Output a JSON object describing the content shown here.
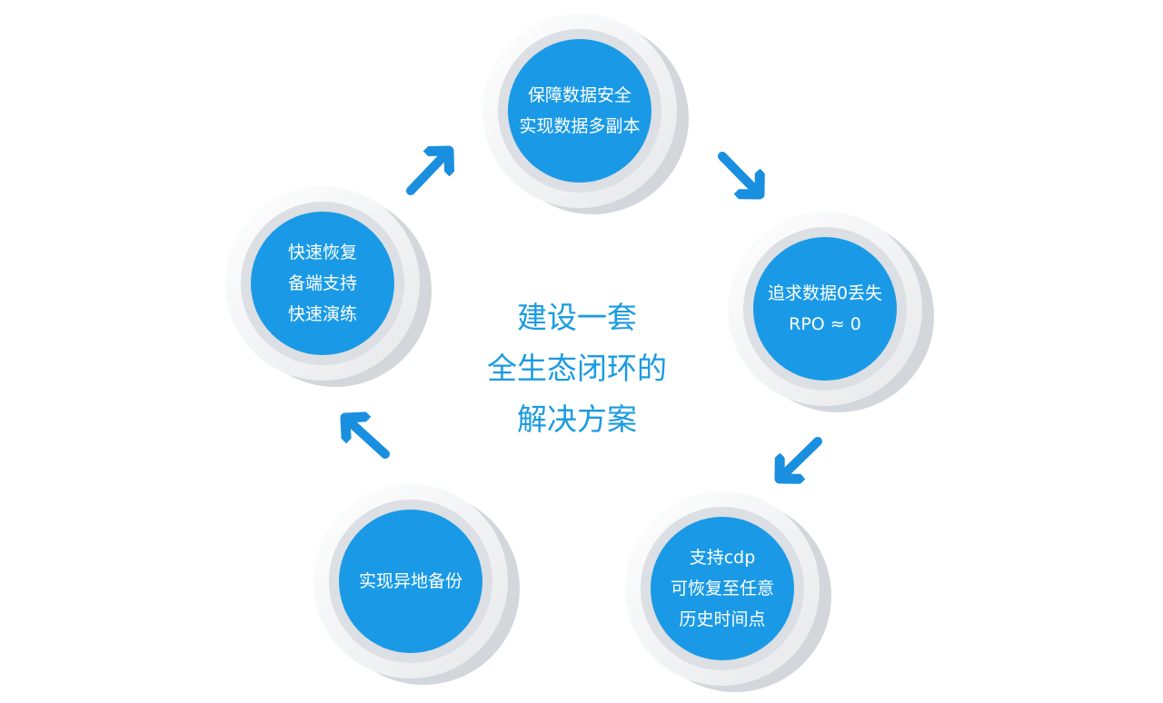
{
  "colors": {
    "accent": "#1a9ae6",
    "ring": "#dcdfe3",
    "outer": "#f4f5f7",
    "center_text": "#1a9be0"
  },
  "center": {
    "lines": [
      "建设一套",
      "全生态闭环的",
      "解决方案"
    ]
  },
  "nodes": [
    {
      "lines": [
        "保障数据安全",
        "实现数据多副本"
      ]
    },
    {
      "lines": [
        "追求数据0丢失",
        "RPO ≈ 0"
      ]
    },
    {
      "lines": [
        "支持cdp",
        "可恢复至任意",
        "历史时间点"
      ]
    },
    {
      "lines": [
        "实现异地备份"
      ]
    },
    {
      "lines": [
        "快速恢复",
        "备端支持",
        "快速演练"
      ]
    }
  ]
}
